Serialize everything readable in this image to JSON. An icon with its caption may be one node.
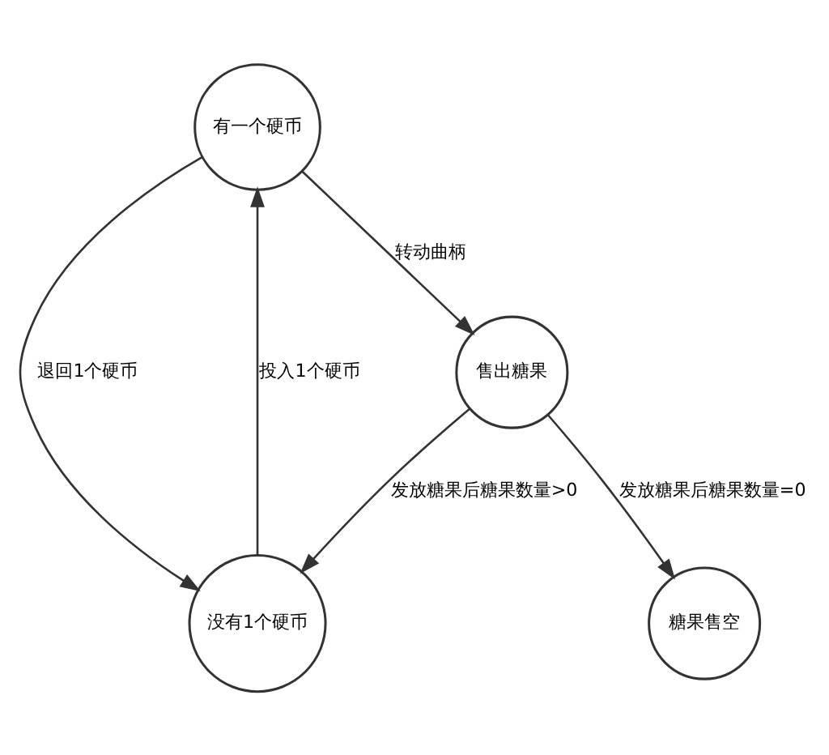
{
  "diagram": {
    "nodes": [
      {
        "text": [
          "有一个硬币"
        ]
      },
      {
        "text": [
          "没有1个硬币"
        ]
      },
      {
        "text": [
          "售出糖果"
        ]
      },
      {
        "text": [
          "糖果售空"
        ]
      }
    ],
    "edges": [
      {
        "from": 0,
        "to": 1,
        "arrow": "to",
        "label": "退回1个硬币"
      },
      {
        "from": 1,
        "to": 0,
        "arrow": "to",
        "label": "投入1个硬币"
      },
      {
        "from": 0,
        "to": 2,
        "arrow": "to",
        "label": "转动曲柄"
      },
      {
        "from": 2,
        "to": 1,
        "arrow": "to",
        "label": "发放糖果后糖果数量>0"
      },
      {
        "from": 2,
        "to": 3,
        "arrow": "to",
        "label": "发放糖果后糖果数量=0"
      }
    ]
  }
}
